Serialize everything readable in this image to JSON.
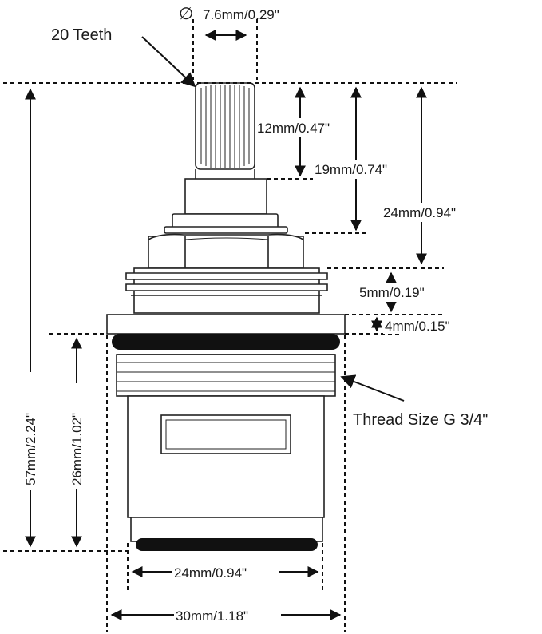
{
  "labels": {
    "stem_diameter": "7.6mm/0.29\"",
    "diameter_symbol": "∅",
    "teeth": "20 Teeth",
    "spline_length": "12mm/0.47\"",
    "stem_length": "19mm/0.74\"",
    "top_height": "24mm/0.94\"",
    "thread_upper": "5mm/0.19\"",
    "flange": "4mm/0.15\"",
    "thread_size": "Thread Size G 3/4\"",
    "total_height": "57mm/2.24\"",
    "body_height": "26mm/1.02\"",
    "bottom_width": "24mm/0.94\"",
    "flange_width": "30mm/1.18\""
  }
}
